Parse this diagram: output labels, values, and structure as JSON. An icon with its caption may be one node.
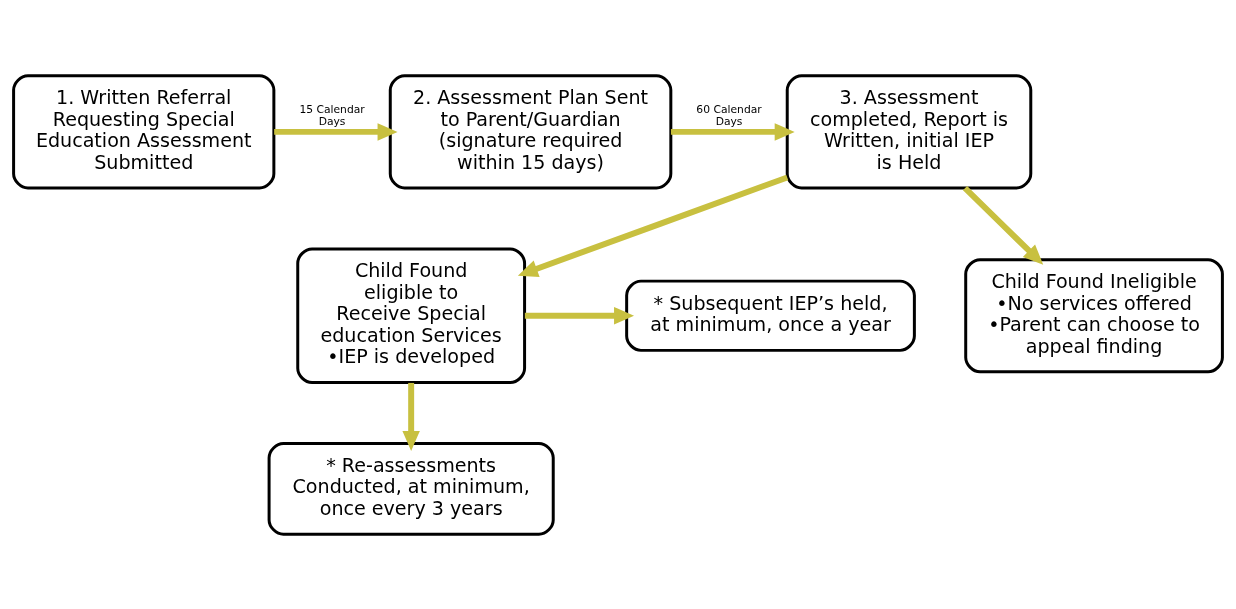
{
  "diagram": {
    "nodes": [
      {
        "text": [
          "1. Written Referral Requesting Special Education Assessment Submitted"
        ]
      },
      {
        "text": [
          "2. Assessment Plan Sent to Parent/Guardian (signature required within 15 days)"
        ]
      },
      {
        "text": [
          "3. Assessment completed, Report is Written, initial IEP is Held"
        ]
      },
      {
        "text": [
          "* Subsequent IEP’s held, at minimum, once a year"
        ]
      },
      {
        "text": [
          "Child Found eligible to Receive Special education Services",
          "•IEP is developed"
        ]
      },
      {
        "text": [
          "Child Found Ineligible",
          "•No services offered",
          "•Parent can choose to appeal finding"
        ]
      },
      {
        "text": [
          "* Re-assessments Conducted, at minimum, once every 3 years"
        ]
      }
    ],
    "edges": [
      {
        "from": 0,
        "to": 1,
        "arrow": "to",
        "label": "15 Calendar Days"
      },
      {
        "from": 1,
        "to": 2,
        "arrow": "to",
        "label": "60 Calendar Days"
      },
      {
        "from": 2,
        "to": 4,
        "arrow": "to"
      },
      {
        "from": 2,
        "to": 5,
        "arrow": "to"
      },
      {
        "from": 4,
        "to": 3,
        "arrow": "to"
      },
      {
        "from": 4,
        "to": 6,
        "arrow": "to"
      }
    ]
  }
}
